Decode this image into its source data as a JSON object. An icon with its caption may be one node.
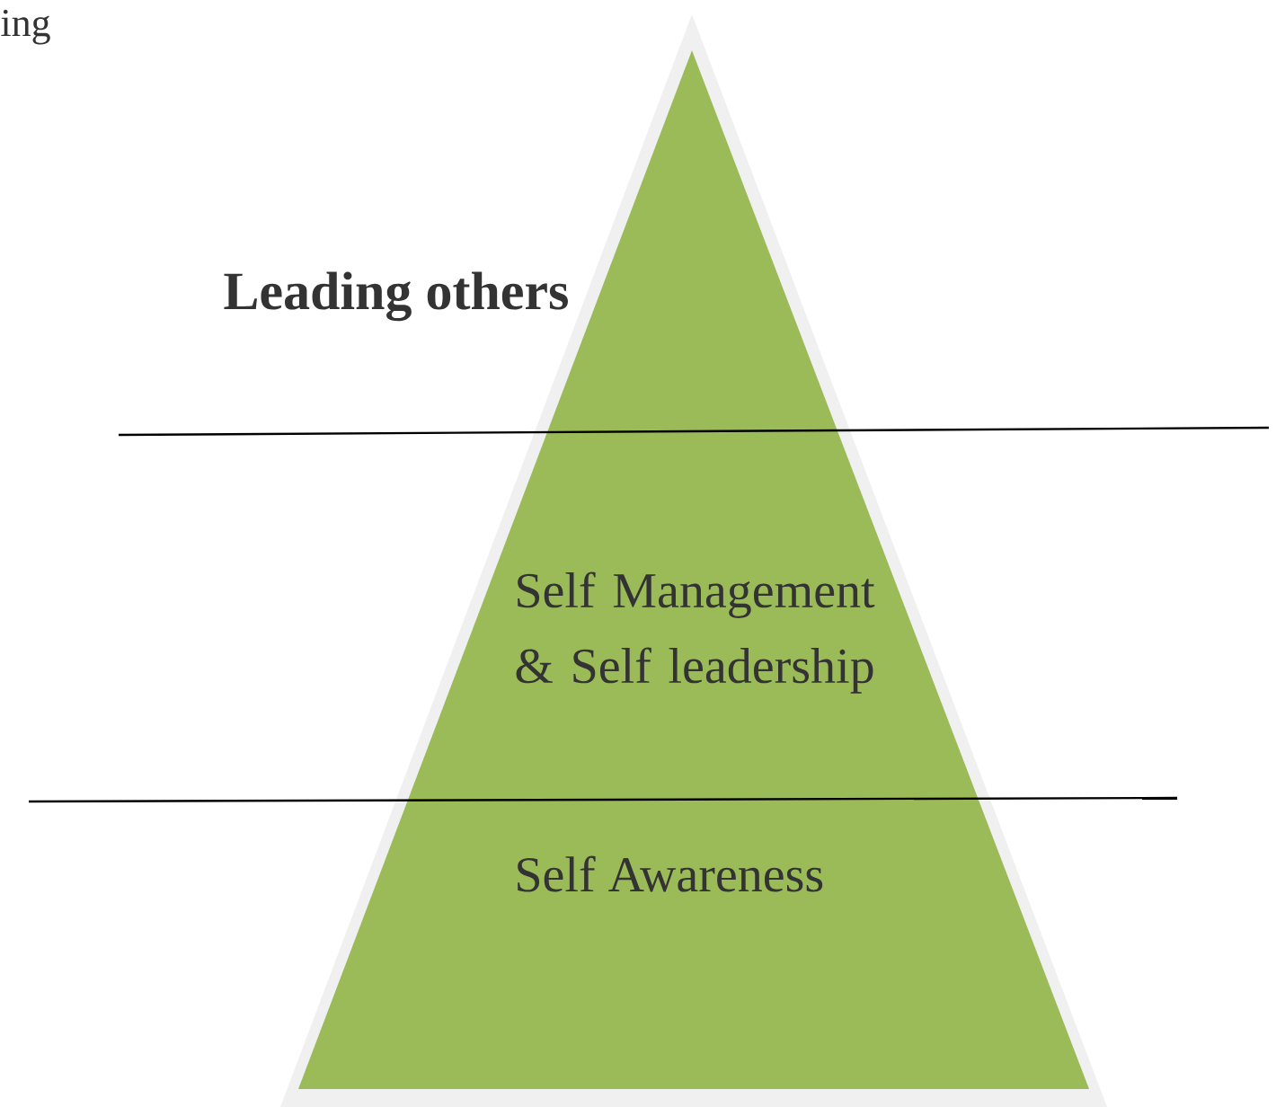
{
  "diagram": {
    "nodes": [
      {
        "text": [
          "Leading others",
          "Self Management & Self leadership",
          "Self Awareness"
        ]
      }
    ],
    "labels": [
      "ing"
    ]
  }
}
